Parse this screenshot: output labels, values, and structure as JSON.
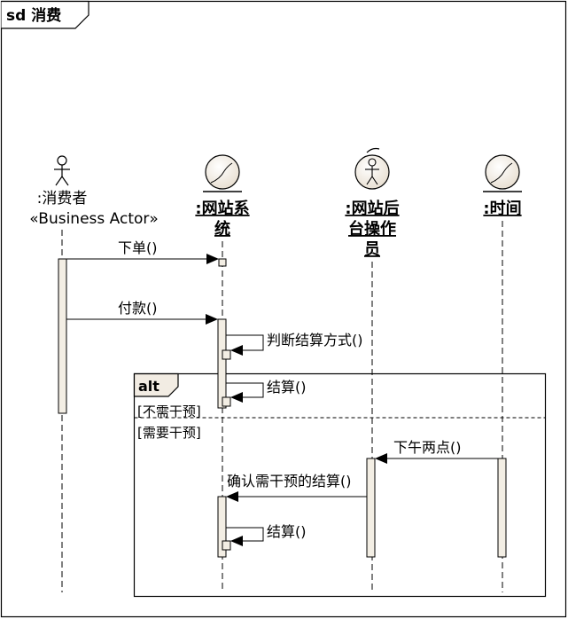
{
  "diagram": {
    "frame_label": "sd 消费",
    "lifelines": [
      {
        "id": "consumer",
        "name": ":消费者",
        "stereotype": "«Business Actor»",
        "icon": "stick-figure-icon"
      },
      {
        "id": "website",
        "name_lines": [
          ":网站系",
          "统"
        ],
        "icon": "entity-circle-icon"
      },
      {
        "id": "backend",
        "name_lines": [
          ":网站后",
          "台操作",
          "员"
        ],
        "icon": "worker-icon"
      },
      {
        "id": "time",
        "name_lines": [
          ":时间"
        ],
        "icon": "entity-circle-icon"
      }
    ],
    "messages": [
      {
        "label": "下单()",
        "from": "consumer",
        "to": "website"
      },
      {
        "label": "付款()",
        "from": "consumer",
        "to": "website"
      },
      {
        "label": "判断结算方式()",
        "from": "website",
        "to": "website"
      },
      {
        "label": "结算()",
        "from": "website",
        "to": "website"
      },
      {
        "label": "下午两点()",
        "from": "time",
        "to": "backend"
      },
      {
        "label": "确认需干预的结算()",
        "from": "backend",
        "to": "website"
      },
      {
        "label": "结算()",
        "from": "website",
        "to": "website"
      }
    ],
    "fragment": {
      "operator": "alt",
      "guards": [
        "[不需干预]",
        "[需要干预]"
      ]
    }
  }
}
